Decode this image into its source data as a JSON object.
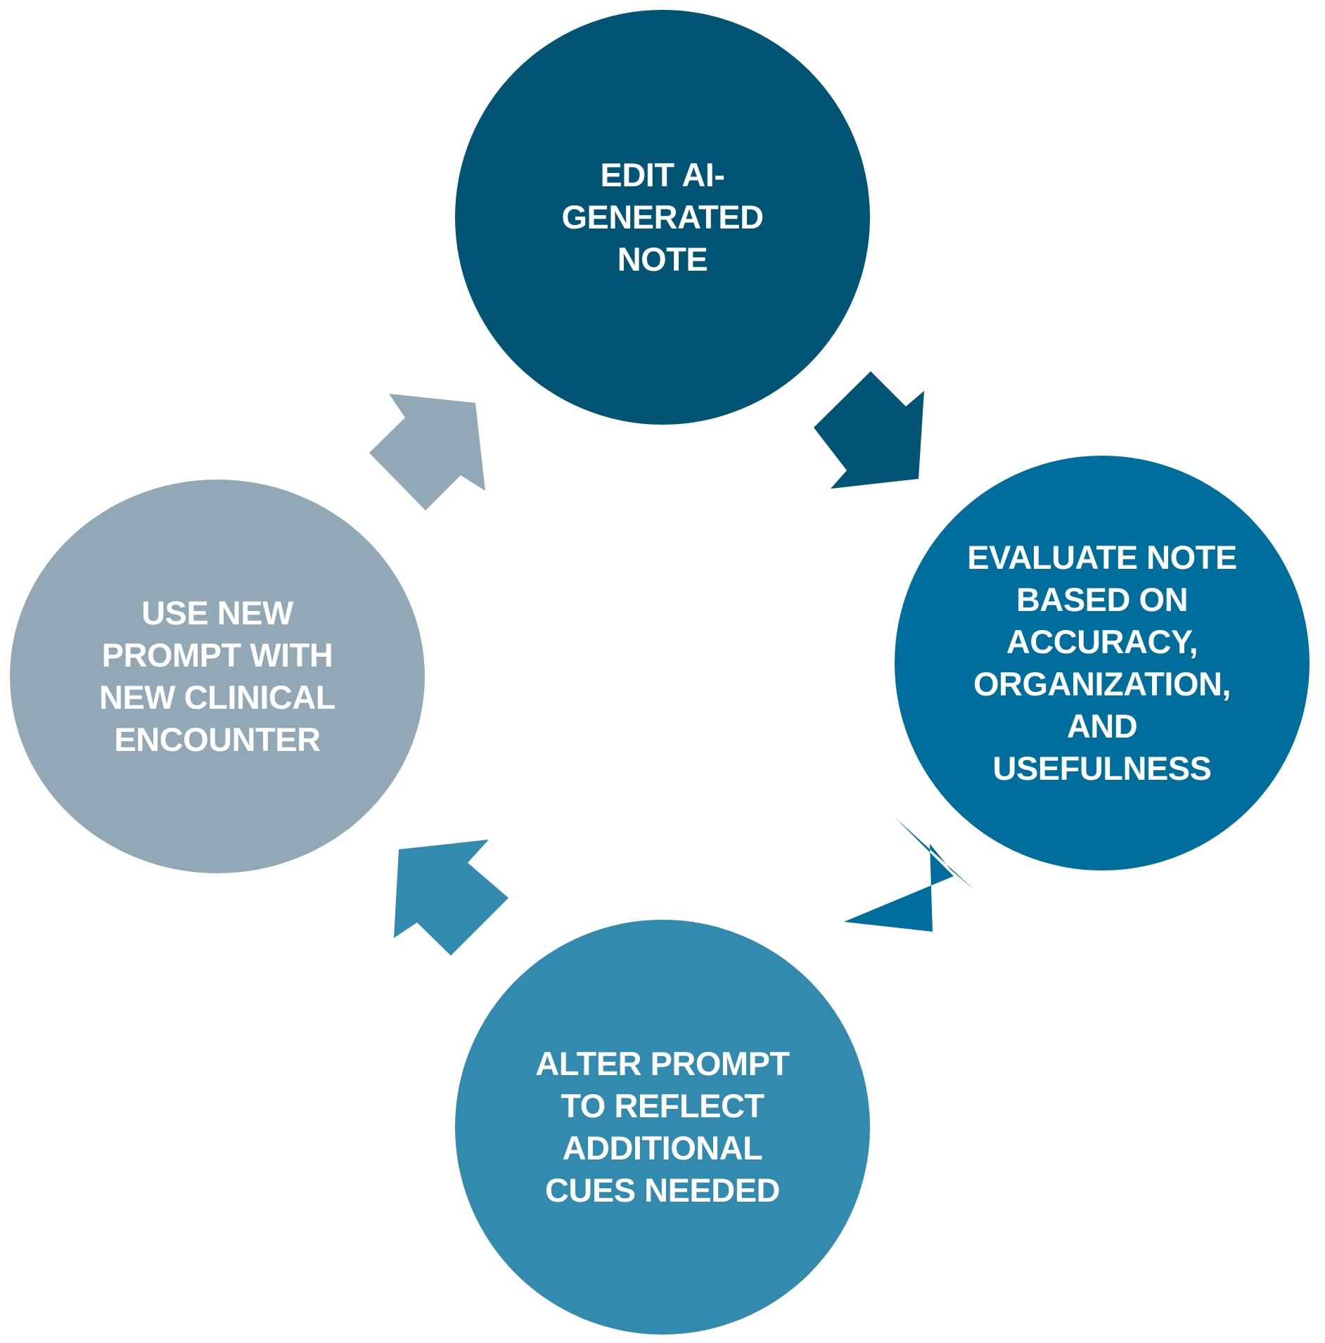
{
  "colors": {
    "background": "#ffffff",
    "text": "#ffffff",
    "step_top": "#025475",
    "step_right": "#006e9c",
    "step_bottom": "#338aaf",
    "step_left": "#92a8b6",
    "arrow_top_right": "#025475",
    "arrow_right_bottom": "#006e9c",
    "arrow_bottom_left": "#338aaf",
    "arrow_left_top": "#92a8b6"
  },
  "steps": [
    {
      "id": "top",
      "lines": [
        "EDIT AI-",
        "GENERATED",
        "NOTE"
      ]
    },
    {
      "id": "right",
      "lines": [
        "EVALUATE NOTE",
        "BASED ON",
        "ACCURACY,",
        "ORGANIZATION,",
        "AND",
        "USEFULNESS"
      ]
    },
    {
      "id": "bottom",
      "lines": [
        "ALTER PROMPT",
        "TO REFLECT",
        "ADDITIONAL",
        "CUES NEEDED"
      ]
    },
    {
      "id": "left",
      "lines": [
        "USE NEW",
        "PROMPT WITH",
        "NEW CLINICAL",
        "ENCOUNTER"
      ]
    }
  ],
  "arrows": [
    {
      "from": "top",
      "to": "right",
      "icon": "arrow-down-right-icon"
    },
    {
      "from": "right",
      "to": "bottom",
      "icon": "arrow-down-left-icon"
    },
    {
      "from": "bottom",
      "to": "left",
      "icon": "arrow-up-left-icon"
    },
    {
      "from": "left",
      "to": "top",
      "icon": "arrow-up-right-icon"
    }
  ]
}
